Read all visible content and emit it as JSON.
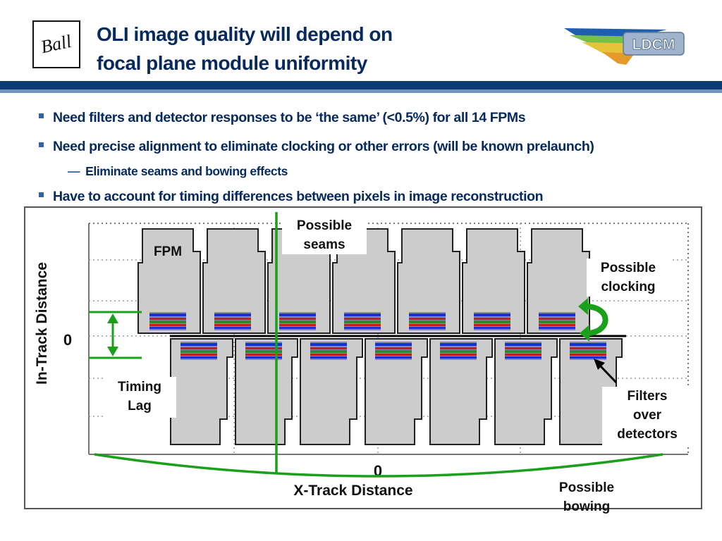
{
  "header": {
    "logo_text": "Ball",
    "title_line1": "OLI image quality will depend on",
    "title_line2": "focal plane module uniformity",
    "badge_text": "LDCM"
  },
  "bullets": [
    "Need filters and detector responses to be ‘the same’ (<0.5%) for all 14 FPMs",
    "Need precise alignment to eliminate clocking or other errors (will be known prelaunch)",
    "Eliminate seams and bowing effects",
    "Have to account for timing differences between pixels in image reconstruction"
  ],
  "figure": {
    "y_axis_label": "In-Track Distance",
    "x_axis_label": "X-Track Distance",
    "y_zero": "0",
    "x_zero": "0",
    "fpm_label": "FPM",
    "seams_label": [
      "Possible",
      "seams"
    ],
    "clocking_label": [
      "Possible",
      "clocking"
    ],
    "timing_label": [
      "Timing",
      "Lag"
    ],
    "filters_label": [
      "Filters",
      "over",
      "detectors"
    ],
    "bowing_label": [
      "Possible",
      "bowing"
    ],
    "fpm_count": 14,
    "colors": {
      "module_fill": "#cccccc",
      "annotation_green": "#1aa01a",
      "filter_blue": "#1a2fd0",
      "filter_red": "#c02020",
      "filter_green": "#2f8a2f"
    }
  }
}
